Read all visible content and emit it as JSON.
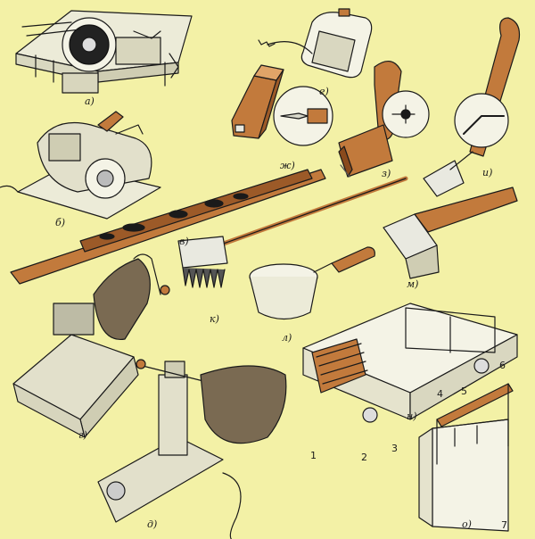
{
  "background": "#f3f1a6",
  "colors": {
    "wood": "#c27a3c",
    "wood_dark": "#8a4a1c",
    "metal": "#e9e9e0",
    "ink": "#1a1a1a",
    "sack": "#7a6a52"
  },
  "figure_labels": {
    "a": "а)",
    "b": "б)",
    "v": "в)",
    "g": "г)",
    "d": "д)",
    "e": "е)",
    "zh": "ж)",
    "z": "з)",
    "i": "и)",
    "k": "к)",
    "l": "л)",
    "m": "м)",
    "n": "н)",
    "o": "о)"
  },
  "part_numbers": [
    "1",
    "2",
    "3",
    "4",
    "5",
    "6",
    "7"
  ]
}
